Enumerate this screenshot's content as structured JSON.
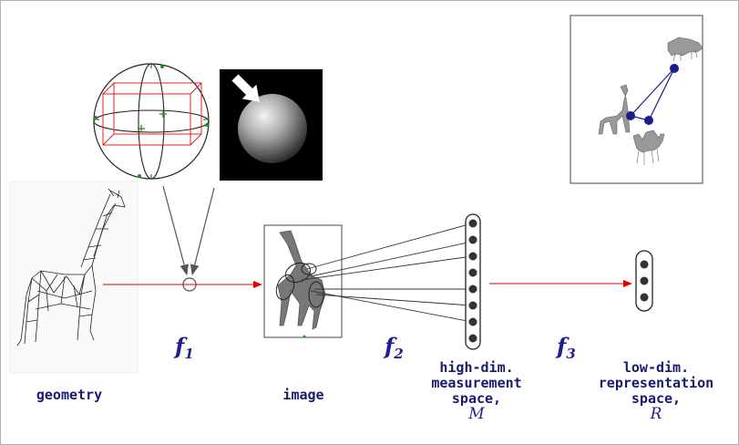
{
  "labels": {
    "geometry": "geometry",
    "image": "image",
    "measurement_line1": "high-dim.",
    "measurement_line2": "measurement",
    "measurement_line3": "space,",
    "measurement_symbol": "M",
    "representation_line1": "low-dim.",
    "representation_line2": "representation",
    "representation_line3": "space,",
    "representation_symbol": "R"
  },
  "functions": {
    "f1": {
      "name": "f",
      "sub": "1"
    },
    "f2": {
      "name": "f",
      "sub": "2"
    },
    "f3": {
      "name": "f",
      "sub": "3"
    }
  },
  "colors": {
    "arrow_red": "#e00000",
    "label_navy": "#1a1a6e",
    "node_dark": "#333333",
    "embed_node": "#1c1c8c"
  },
  "measurement_vector_nodes": 8,
  "representation_vector_nodes": 3
}
